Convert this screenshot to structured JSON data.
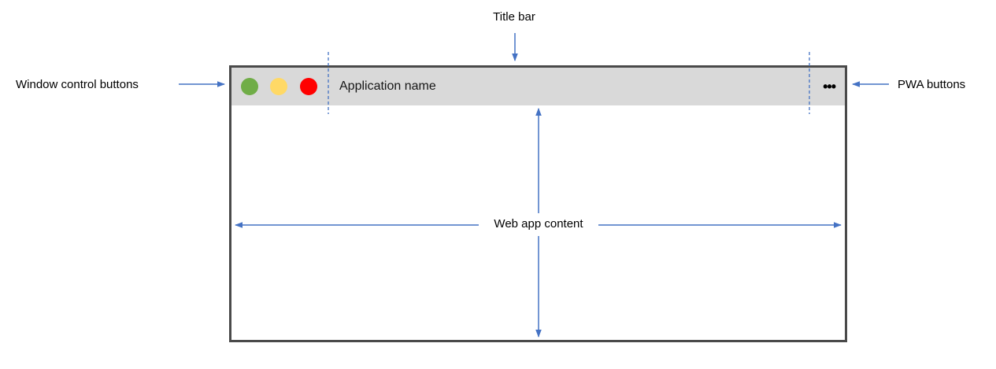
{
  "diagram": {
    "labels": {
      "title_bar": "Title bar",
      "window_control_buttons": "Window control buttons",
      "pwa_buttons": "PWA buttons",
      "web_app_content": "Web app content"
    },
    "window": {
      "application_name": "Application name",
      "pwa_menu_icon": "•••"
    },
    "colors": {
      "annotation_blue": "#4472C4",
      "window_control_green": "#70AD47",
      "window_control_yellow": "#FFD966",
      "window_control_red": "#FF0000",
      "title_bar_background": "#D9D9D9",
      "window_border": "#4A4A4A"
    }
  }
}
